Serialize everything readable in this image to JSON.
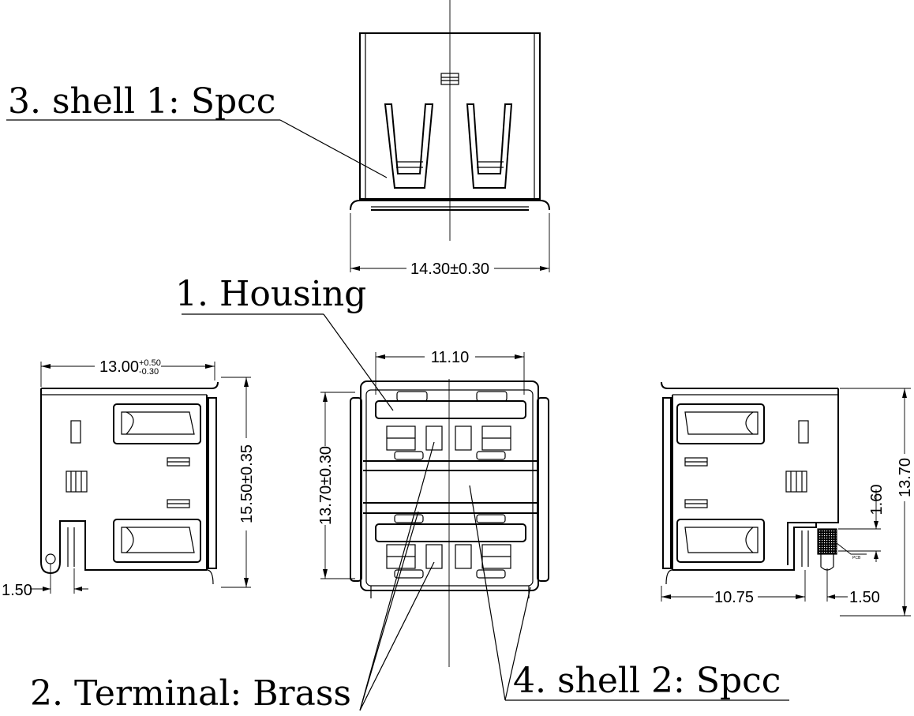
{
  "callouts": {
    "shell1": "3. shell 1: Spcc",
    "housing": "1. Housing",
    "terminal": "2. Terminal: Brass",
    "shell2": "4. shell 2: Spcc"
  },
  "dimensions": {
    "top_width": "14.30±0.30",
    "front_width": "11.10",
    "front_height": "13.70±0.30",
    "left_length": "13.00",
    "left_length_tol_upper": "+0.50",
    "left_length_tol_lower": "-0.30",
    "left_height": "15.50±0.35",
    "left_pin_offset": "1.50",
    "right_length": "10.75",
    "right_pin_offset": "1.50",
    "right_pin_height": "1.60",
    "right_height": "13.70"
  }
}
